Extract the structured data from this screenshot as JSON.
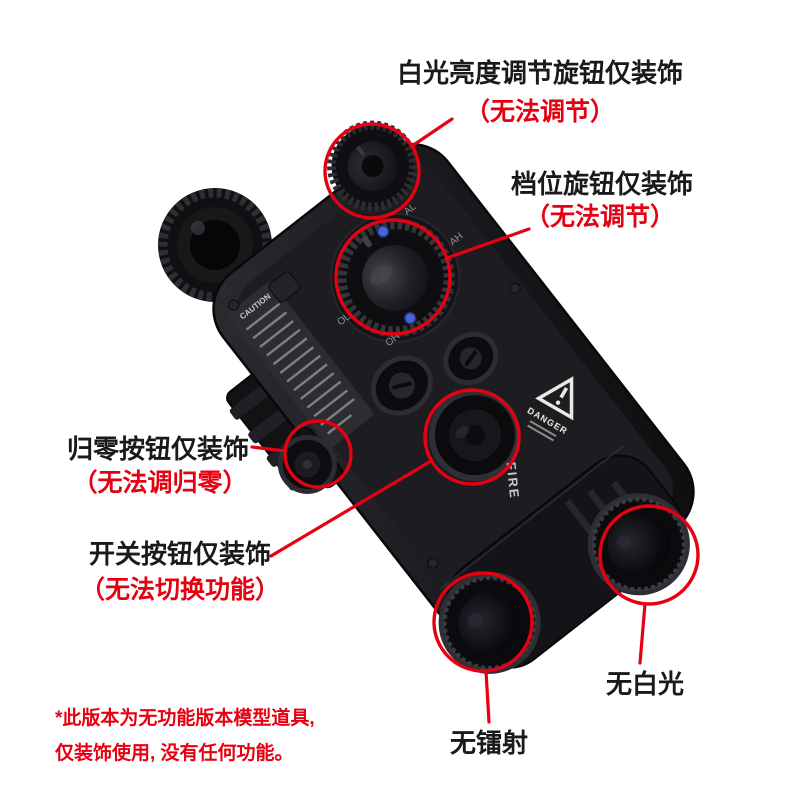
{
  "colors": {
    "annotation_red": "#e60012",
    "label_black": "#1a1a1a",
    "background": "#ffffff"
  },
  "callouts": {
    "brightness": {
      "label": "白光亮度调节旋钮仅装饰",
      "note": "（无法调节）"
    },
    "mode_dial": {
      "label": "档位旋钮仅装饰",
      "note": "（无法调节）"
    },
    "zero_button": {
      "label": "归零按钮仅装饰",
      "note": "（无法调归零）"
    },
    "switch_button": {
      "label": "开关按钮仅装饰",
      "note": "（无法切换功能）"
    },
    "no_white_light": {
      "label": "无白光"
    },
    "no_laser": {
      "label": "无镭射"
    }
  },
  "disclaimer": {
    "line1": "*此版本为无功能版本模型道具,",
    "line2": "仅装饰使用, 没有任何功能。"
  },
  "device": {
    "fire_label": "FIRE",
    "danger_label": "DANGER",
    "caution_label": "CAUTION",
    "dial_markings": [
      "AH",
      "AL",
      "OL",
      "OH"
    ]
  }
}
